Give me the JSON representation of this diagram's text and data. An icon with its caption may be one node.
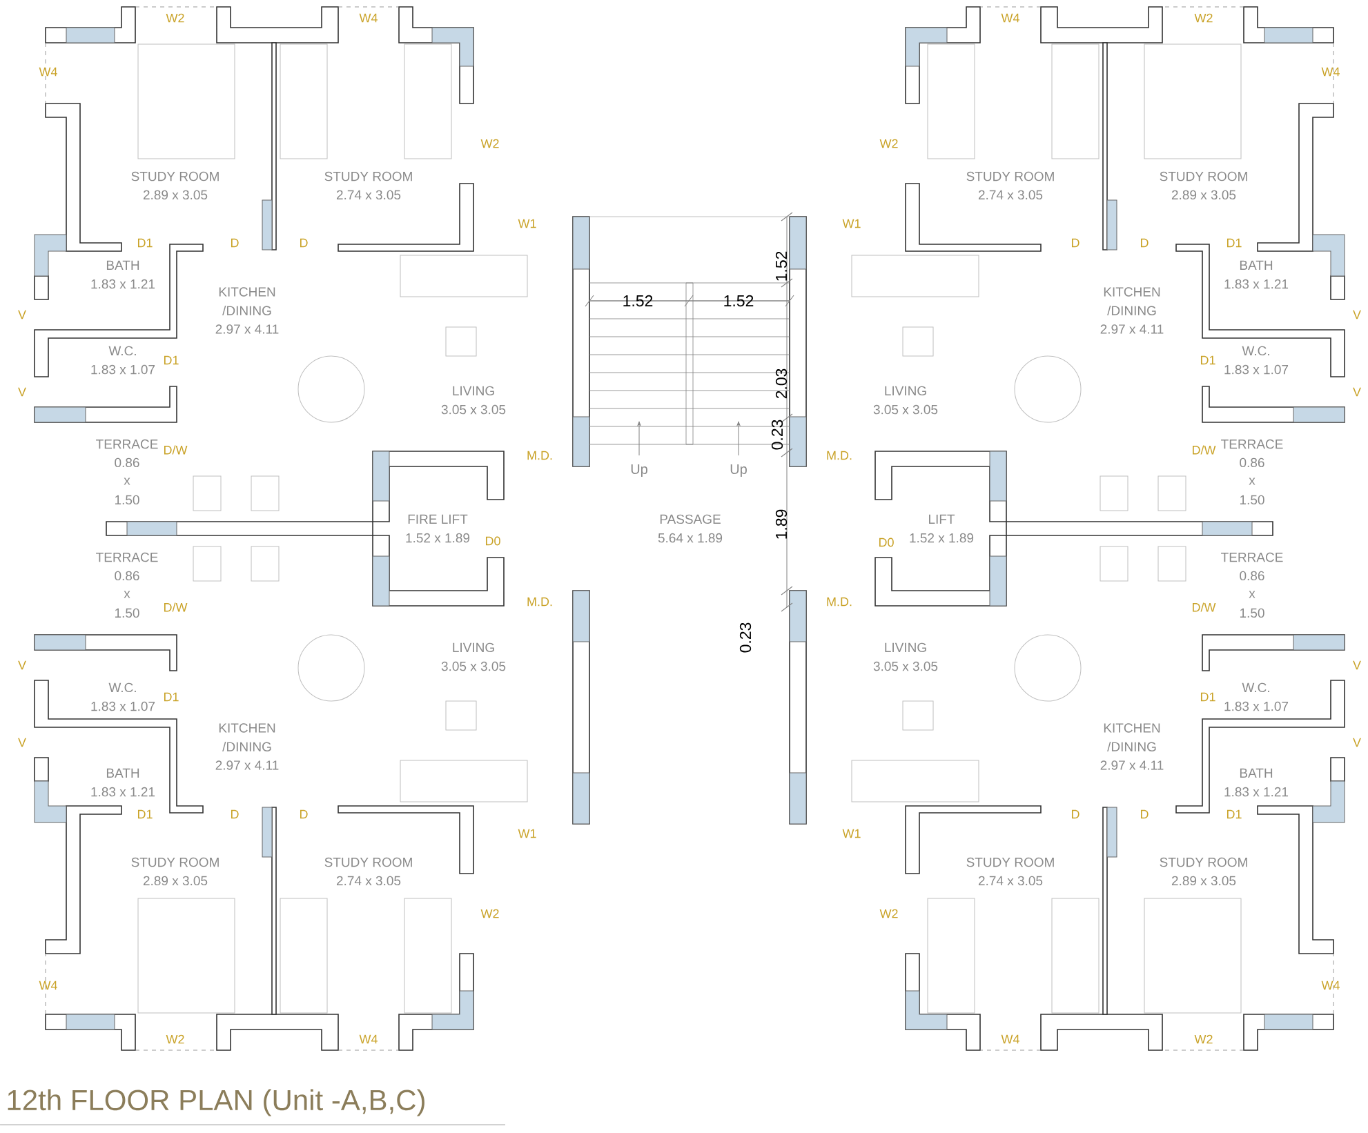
{
  "diagram": {
    "title": "12th FLOOR PLAN (Unit -A,B,C)",
    "labels": [
      "W2",
      "W4",
      "W4",
      "W2",
      "STUDY ROOM",
      "2.89 x 3.05",
      "STUDY ROOM",
      "2.74 x 3.05",
      "W1",
      "D1",
      "D",
      "D",
      "BATH",
      "1.83 x 1.21",
      "KITCHEN",
      "/DINING",
      "2.97 x 4.11",
      "V",
      "W.C.",
      "1.83 x 1.07",
      "D1",
      "V",
      "LIVING",
      "3.05 x 3.05",
      "TERRACE",
      "0.86",
      "x",
      "1.50",
      "D/W",
      "M.D.",
      "W2",
      "W4",
      "W4",
      "W2",
      "STUDY ROOM",
      "2.89 x 3.05",
      "STUDY ROOM",
      "2.74 x 3.05",
      "W1",
      "D1",
      "D",
      "D",
      "BATH",
      "1.83 x 1.21",
      "KITCHEN",
      "/DINING",
      "2.97 x 4.11",
      "V",
      "W.C.",
      "1.83 x 1.07",
      "D1",
      "V",
      "LIVING",
      "3.05 x 3.05",
      "TERRACE",
      "0.86",
      "x",
      "1.50",
      "D/W",
      "M.D.",
      "FIRE LIFT",
      "1.52 x 1.89",
      "D0",
      "PASSAGE",
      "5.64 x 1.89",
      "LIFT",
      "1.52 x 1.89",
      "D0",
      "1.52",
      "1.52",
      "1.52",
      "2.03",
      "0.23",
      "Up",
      "Up",
      "1.89",
      "0.23",
      "W2",
      "W4",
      "W4",
      "W2",
      "STUDY ROOM",
      "2.89 x 3.05",
      "STUDY ROOM",
      "2.74 x 3.05",
      "W1",
      "D1",
      "D",
      "D",
      "BATH",
      "1.83 x 1.21",
      "KITCHEN",
      "/DINING",
      "2.97 x 4.11",
      "V",
      "W.C.",
      "1.83 x 1.07",
      "D1",
      "V",
      "LIVING",
      "3.05 x 3.05",
      "TERRACE",
      "0.86",
      "x",
      "1.50",
      "D/W",
      "M.D.",
      "W2",
      "W4",
      "W4",
      "W2",
      "STUDY ROOM",
      "2.89 x 3.05",
      "STUDY ROOM",
      "2.74 x 3.05",
      "W1",
      "D1",
      "D",
      "D",
      "BATH",
      "1.83 x 1.21",
      "KITCHEN",
      "/DINING",
      "2.97 x 4.11",
      "V",
      "W.C.",
      "1.83 x 1.07",
      "D1",
      "V",
      "LIVING",
      "3.05 x 3.05",
      "TERRACE",
      "0.86",
      "x",
      "1.50",
      "D/W",
      "M.D."
    ]
  }
}
